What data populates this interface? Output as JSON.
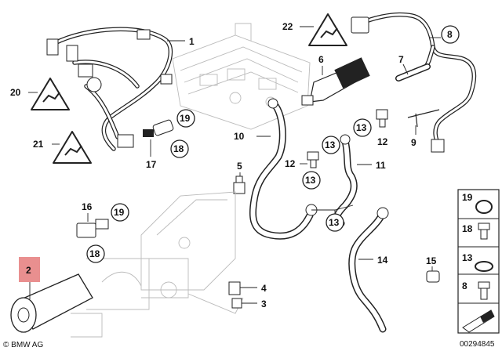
{
  "callouts": {
    "c1": "1",
    "c2": "2",
    "c3": "3",
    "c4": "4",
    "c5": "5",
    "c6": "6",
    "c7": "7",
    "c8": "8",
    "c9": "9",
    "c10": "10",
    "c11": "11",
    "c12a": "12",
    "c12b": "12",
    "c13a": "13",
    "c13b": "13",
    "c13c": "13",
    "c13d": "13",
    "c14": "14",
    "c15": "15",
    "c16": "16",
    "c17": "17",
    "c18a": "18",
    "c18b": "18",
    "c19a": "19",
    "c19b": "19",
    "c20": "20",
    "c21": "21",
    "c22": "22"
  },
  "legend": {
    "items": [
      "19",
      "18",
      "13",
      "8"
    ]
  },
  "footer": {
    "copyright": "© BMW AG",
    "code": "00294845"
  },
  "colors": {
    "highlight": "#e98f8f",
    "line": "#222222",
    "ghost": "#bbbbbb"
  },
  "icons": {
    "warning": "warning-triangle-icon",
    "copyright": "copyright-icon",
    "arrow": "arrow-icon"
  }
}
